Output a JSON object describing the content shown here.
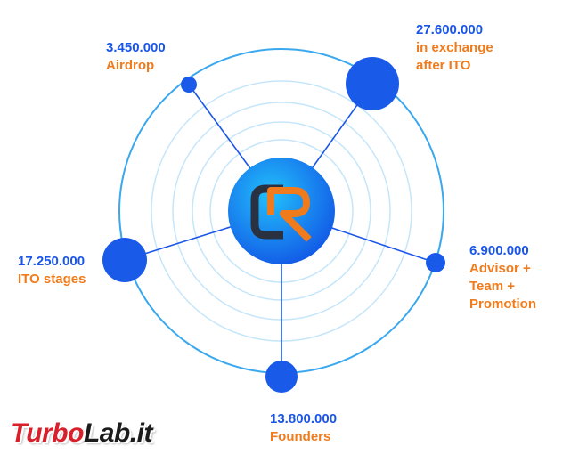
{
  "center_logo": "CR",
  "nodes": [
    {
      "id": "airdrop",
      "value": "3.450.000",
      "label": "Airdrop"
    },
    {
      "id": "exchange",
      "value": "27.600.000",
      "label": "in exchange\nafter ITO"
    },
    {
      "id": "advisor",
      "value": "6.900.000",
      "label": "Advisor +\nTeam +\nPromotion"
    },
    {
      "id": "founders",
      "value": "13.800.000",
      "label": "Founders"
    },
    {
      "id": "ito",
      "value": "17.250.000",
      "label": "ITO stages"
    }
  ],
  "watermark": {
    "part1": "Turbo",
    "part2": "Lab.it"
  },
  "colors": {
    "number": "#1a56e8",
    "label": "#f07b1c",
    "node": "#1a5ae9",
    "ring": "#3aa8ee",
    "center_from": "#1bb4f6",
    "center_to": "#1256e6",
    "logo_blue": "#1f8ef0",
    "logo_orange": "#f07b1c",
    "logo_dark": "#2a3242"
  }
}
